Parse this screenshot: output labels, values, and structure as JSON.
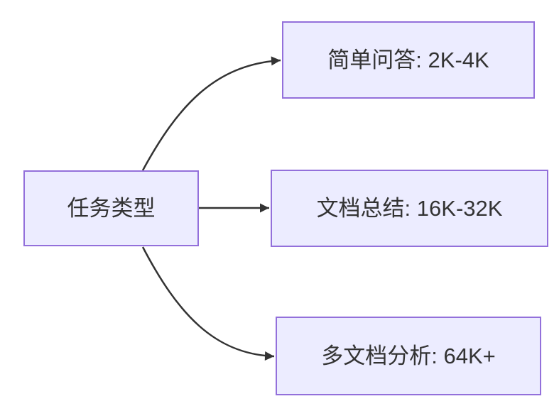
{
  "diagram": {
    "type": "flowchart-left-to-right",
    "root": {
      "label": "任务类型"
    },
    "branches": [
      {
        "label": "简单问答: 2K-4K"
      },
      {
        "label": "文档总结: 16K-32K"
      },
      {
        "label": "多文档分析: 64K+"
      }
    ],
    "edges": [
      {
        "from": "任务类型",
        "to": "简单问答: 2K-4K"
      },
      {
        "from": "任务类型",
        "to": "文档总结: 16K-32K"
      },
      {
        "from": "任务类型",
        "to": "多文档分析: 64K+"
      }
    ],
    "colors": {
      "node_fill": "#ECECFF",
      "node_border": "#9370DB",
      "edge": "#333333",
      "text": "#333333",
      "canvas_bg": "#FFFFFF"
    }
  }
}
